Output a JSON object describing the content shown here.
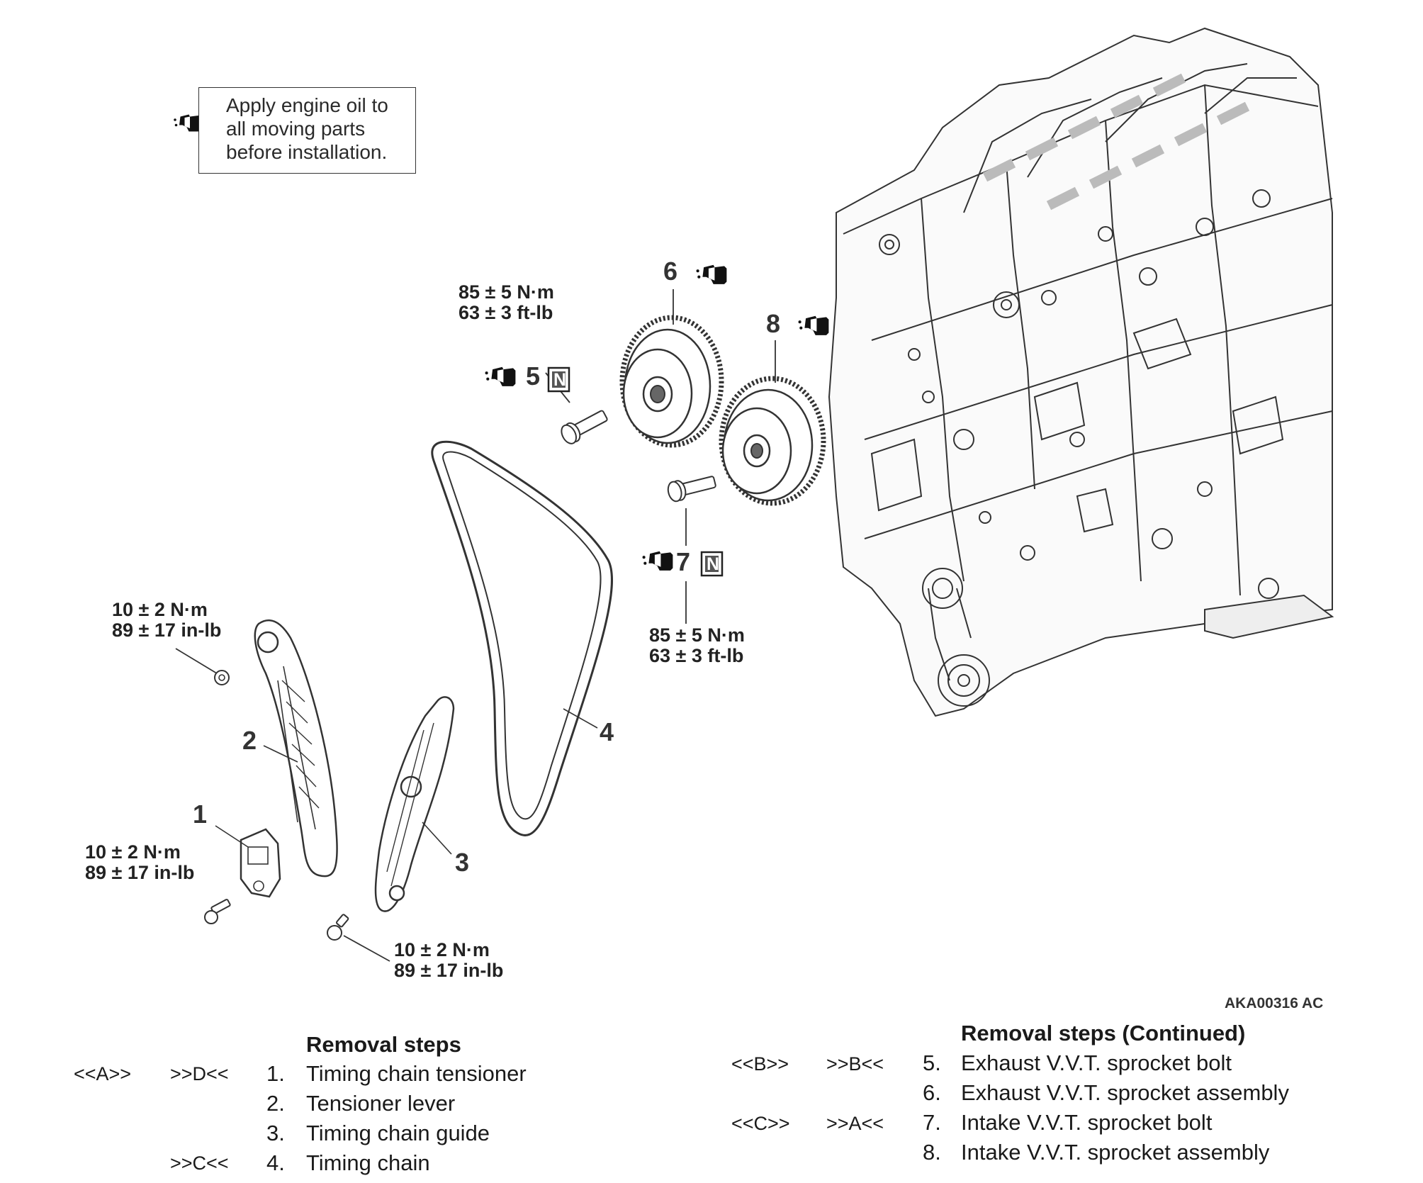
{
  "note": {
    "lines": [
      "Apply engine oil to",
      "all moving parts",
      "before installation."
    ],
    "icon": "oil-can-icon"
  },
  "callouts": {
    "c1": "1",
    "c2": "2",
    "c3": "3",
    "c4": "4",
    "c5": "5",
    "c6": "6",
    "c7": "7",
    "c8": "8",
    "n_marker": "N"
  },
  "torques": {
    "t5": [
      "85 ± 5 N·m",
      "63 ± 3 ft-lb"
    ],
    "t7": [
      "85 ± 5 N·m",
      "63 ± 3 ft-lb"
    ],
    "t2": [
      "10 ± 2 N·m",
      "89 ± 17 in-lb"
    ],
    "t1": [
      "10 ± 2 N·m",
      "89 ± 17 in-lb"
    ],
    "t3": [
      "10 ± 2 N·m",
      "89 ± 17 in-lb"
    ]
  },
  "figure_id": "AKA00316 AC",
  "removal_left": {
    "title": "Removal steps",
    "steps": [
      {
        "removal_code": "<<A>>",
        "install_code": ">>D<<",
        "num": "1.",
        "label": "Timing chain tensioner"
      },
      {
        "removal_code": "",
        "install_code": "",
        "num": "2.",
        "label": "Tensioner lever"
      },
      {
        "removal_code": "",
        "install_code": "",
        "num": "3.",
        "label": "Timing chain guide"
      },
      {
        "removal_code": "",
        "install_code": ">>C<<",
        "num": "4.",
        "label": "Timing chain"
      }
    ]
  },
  "removal_right": {
    "title": "Removal steps (Continued)",
    "steps": [
      {
        "removal_code": "<<B>>",
        "install_code": ">>B<<",
        "num": "5.",
        "label": "Exhaust V.V.T. sprocket bolt"
      },
      {
        "removal_code": "",
        "install_code": "",
        "num": "6.",
        "label": "Exhaust V.V.T. sprocket assembly"
      },
      {
        "removal_code": "<<C>>",
        "install_code": ">>A<<",
        "num": "7.",
        "label": "Intake V.V.T. sprocket bolt"
      },
      {
        "removal_code": "",
        "install_code": "",
        "num": "8.",
        "label": "Intake V.V.T. sprocket assembly"
      }
    ]
  }
}
